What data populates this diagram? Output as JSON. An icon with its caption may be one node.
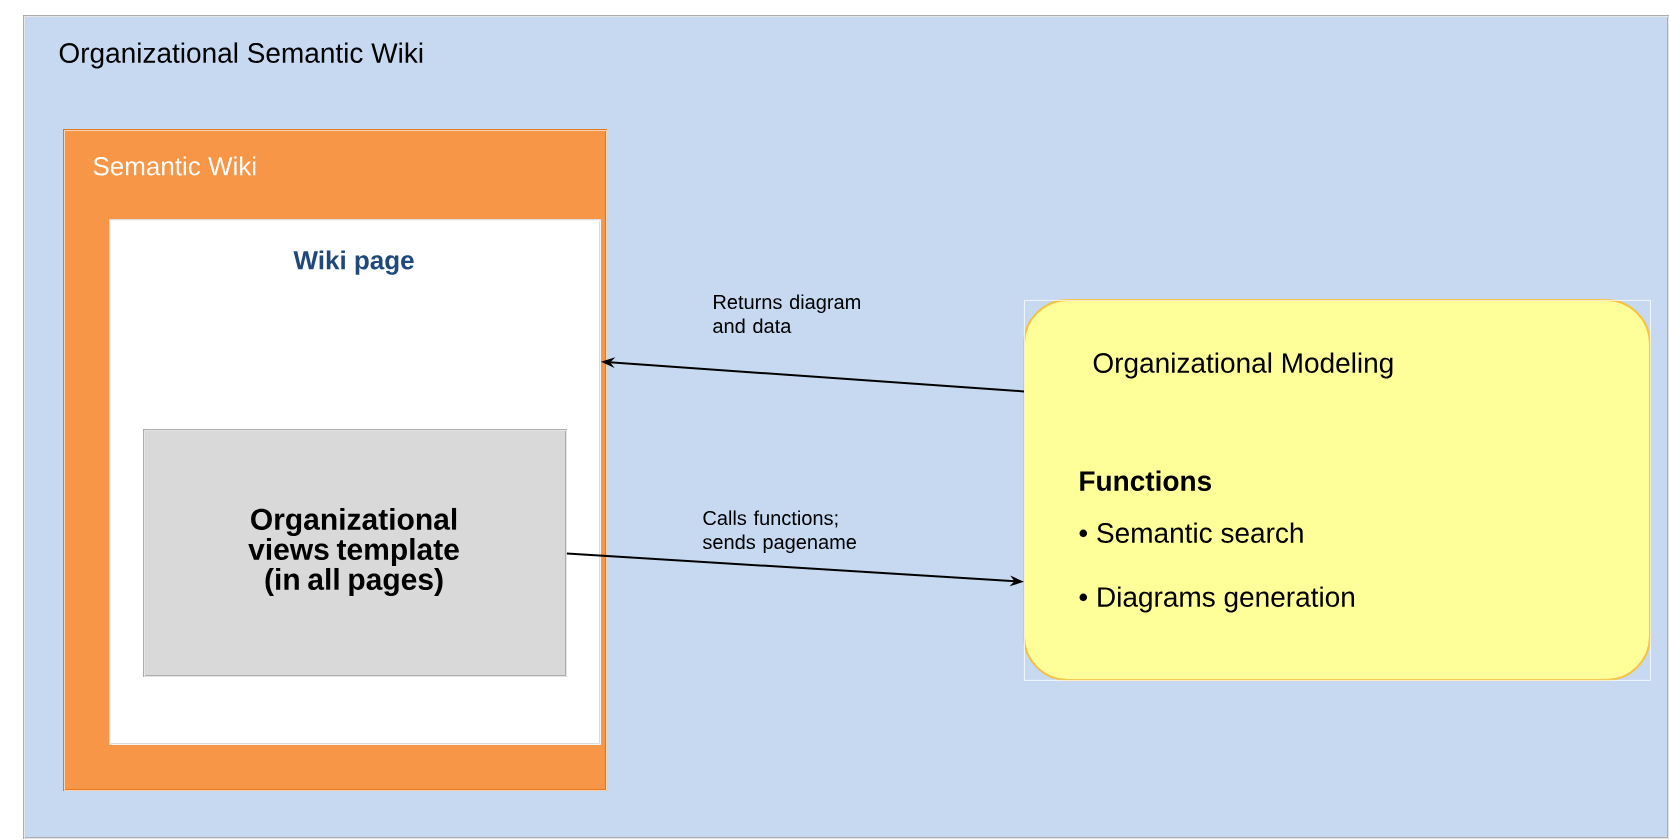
{
  "diagram": {
    "nodes": [
      {
        "text": [
          "Organizational Semantic Wiki"
        ]
      },
      {
        "text": [
          "Semantic Wiki"
        ],
        "in": 0
      },
      {
        "text": [
          "Wiki page"
        ],
        "in": 1
      },
      {
        "text": [
          "Organizational views template (in all pages)"
        ],
        "in": 2
      },
      {
        "text": [
          "Organizational Modeling",
          "Functions",
          "• Semantic search",
          "• Diagrams generation"
        ],
        "in": 0
      }
    ],
    "edges": [
      {
        "from": 4,
        "to": 2,
        "arrow": "to",
        "label": "Returns diagram and data"
      },
      {
        "from": 3,
        "to": 4,
        "arrow": "to",
        "label": "Calls functions; sends pagename"
      }
    ]
  }
}
